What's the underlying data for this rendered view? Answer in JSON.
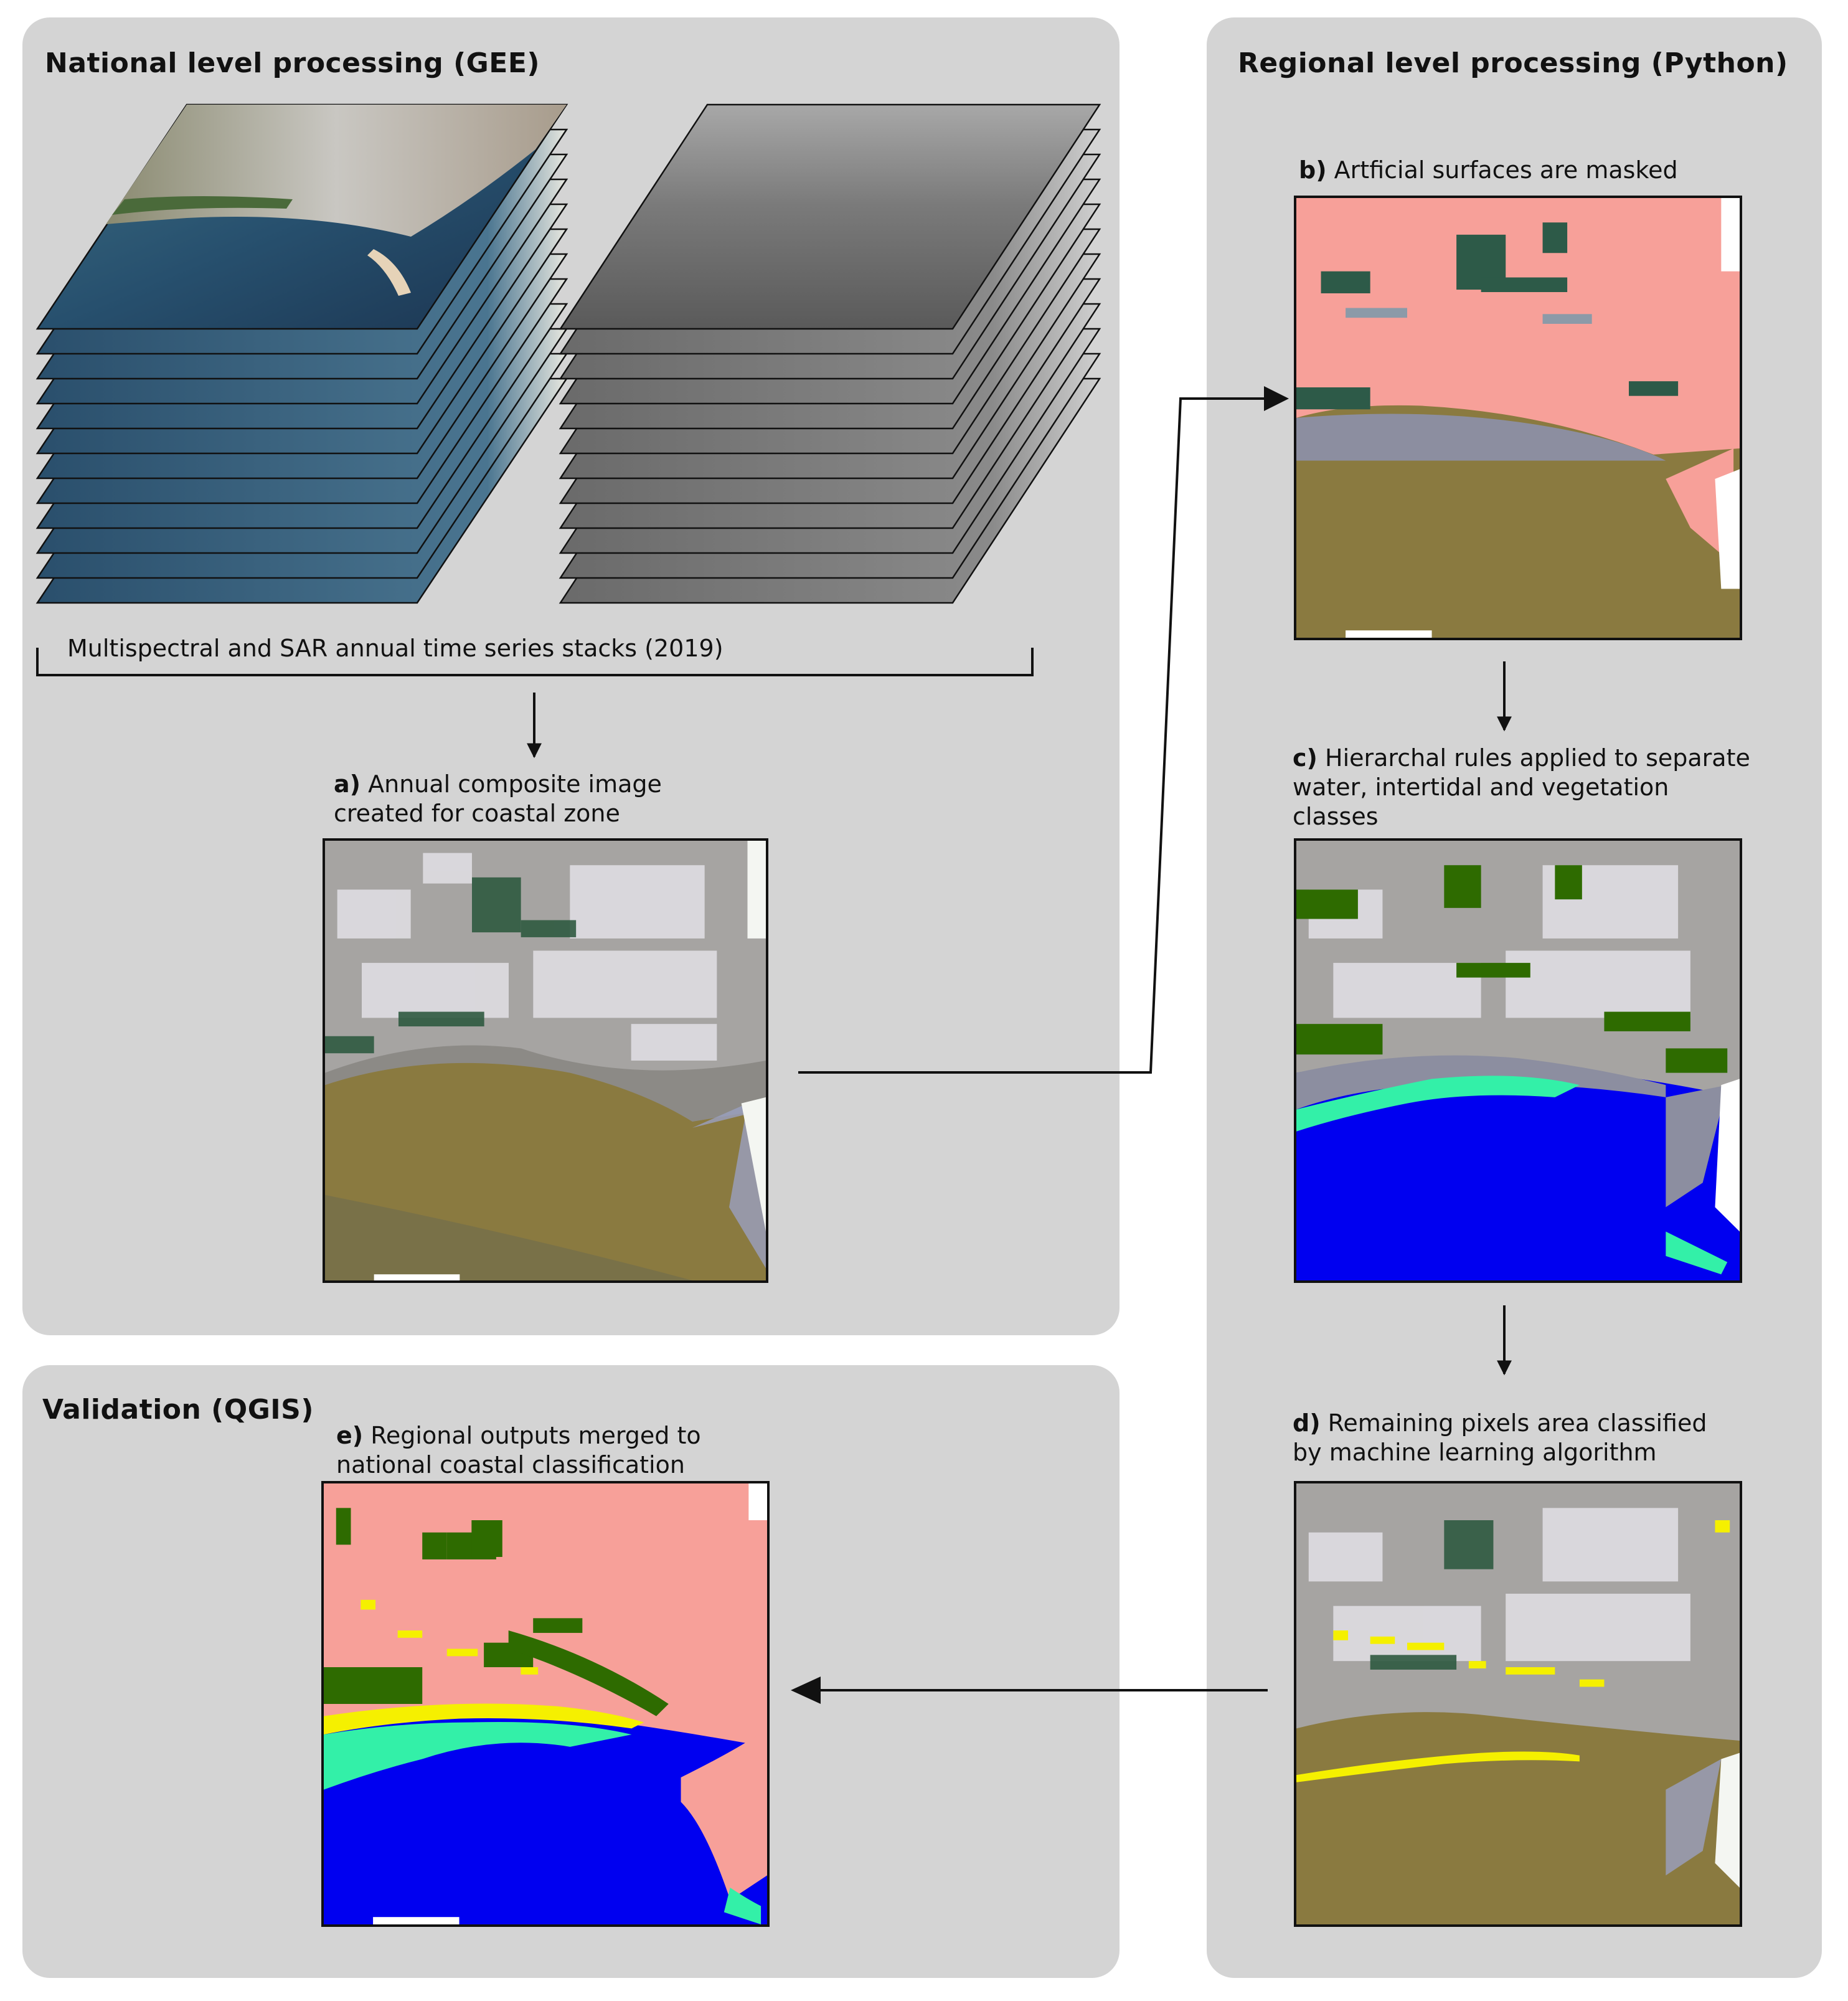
{
  "panels": {
    "national": {
      "title": "National level processing (GEE)"
    },
    "regional": {
      "title": "Regional level processing (Python)"
    },
    "validation": {
      "title": "Validation (QGIS)"
    }
  },
  "stack_caption": "Multispectral and SAR annual time series stacks (2019)",
  "steps": {
    "a": {
      "letter": "a)",
      "lines": [
        "Annual composite image",
        "created for coastal zone"
      ]
    },
    "b": {
      "letter": "b)",
      "lines": [
        "Artficial surfaces are masked"
      ]
    },
    "c": {
      "letter": "c)",
      "lines": [
        "Hierarchal rules applied to separate",
        "water, intertidal and vegetation",
        "classes"
      ]
    },
    "d": {
      "letter": "d)",
      "lines": [
        "Remaining pixels area classified",
        "by machine learning algorithm"
      ]
    },
    "e": {
      "letter": "e)",
      "lines": [
        "Regional outputs merged to",
        "national coastal classification"
      ]
    }
  },
  "colors": {
    "panel_bg": "#d4d4d4",
    "artificial_mask": "#f7a099",
    "water": "#0000f0",
    "intertidal": "#33f0a8",
    "vegetation": "#2e6b00",
    "ml_class": "#f5f000",
    "sea_sediment": "#8a7a40"
  }
}
